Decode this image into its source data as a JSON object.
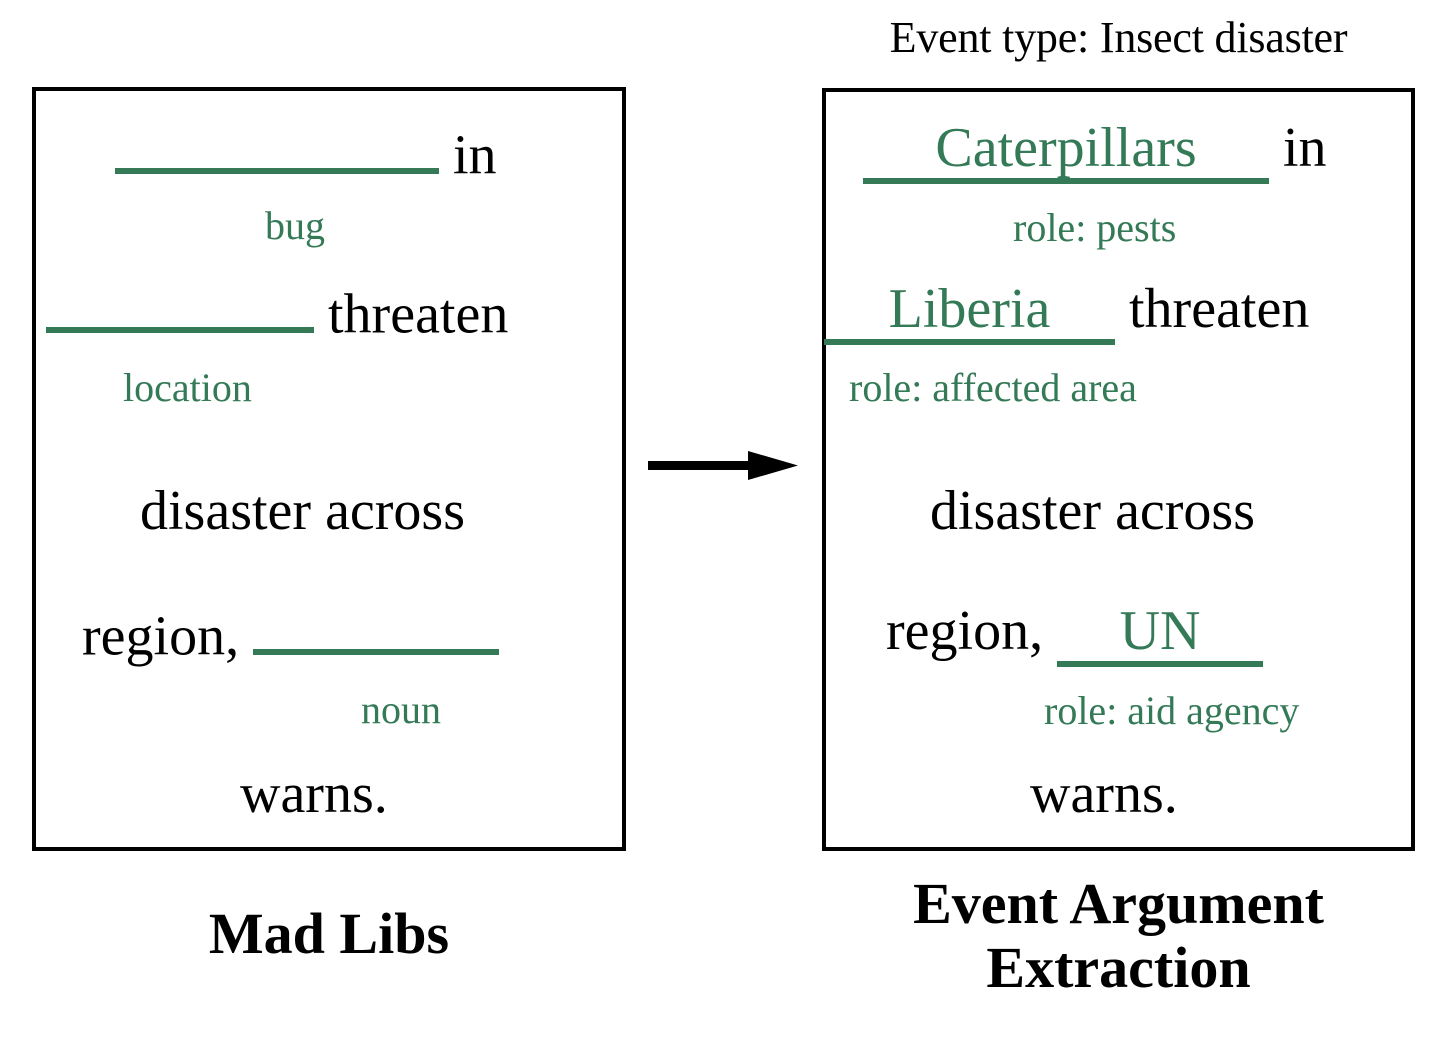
{
  "figure": {
    "left_panel": {
      "caption": "Mad Libs",
      "lines": [
        {
          "slot_label": "bug",
          "slot_value": "",
          "trailing_text": " in"
        },
        {
          "slot_label": "location",
          "slot_value": "",
          "trailing_text": " threaten"
        },
        {
          "text": "disaster across"
        },
        {
          "leading_text": "region, ",
          "slot_label": "noun",
          "slot_value": ""
        },
        {
          "text": "warns."
        }
      ]
    },
    "right_panel": {
      "header": "Event type: Insect disaster",
      "caption_line1": "Event Argument",
      "caption_line2": "Extraction",
      "caption": "Event Argument Extraction",
      "lines": [
        {
          "slot_label": "role: pests",
          "slot_value": "Caterpillars",
          "trailing_text": " in"
        },
        {
          "slot_label": "role: affected area",
          "slot_value": "Liberia",
          "trailing_text": " threaten"
        },
        {
          "text": "disaster across"
        },
        {
          "leading_text": "region, ",
          "slot_label": "role: aid agency",
          "slot_value": "UN"
        },
        {
          "text": "warns."
        }
      ]
    },
    "arrow": {
      "icon": "right-arrow-icon",
      "direction": "right"
    },
    "colors": {
      "accent_green": "#347a57",
      "text_black": "#000000",
      "background": "#ffffff",
      "border": "#000000"
    }
  }
}
